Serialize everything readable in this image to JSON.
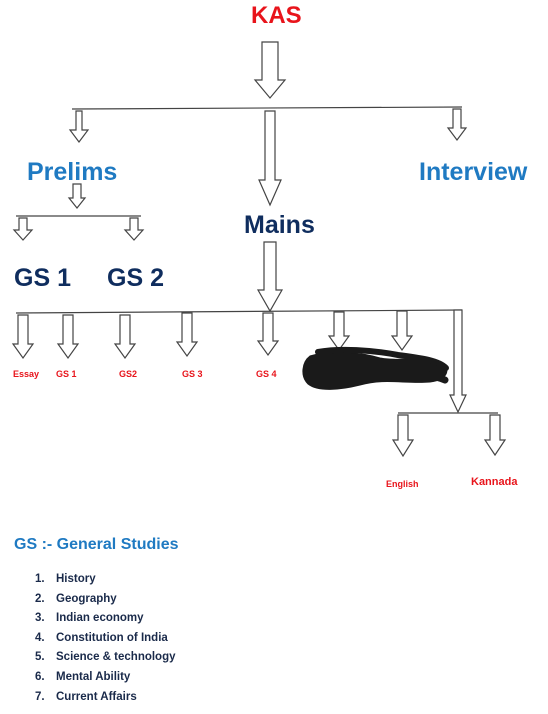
{
  "title": "KAS",
  "branches": {
    "prelims": "Prelims",
    "mains": "Mains",
    "interview": "Interview"
  },
  "prelims_papers": [
    "GS 1",
    "GS 2"
  ],
  "mains_papers": [
    "Essay",
    "GS 1",
    "GS2",
    "GS 3",
    "GS 4"
  ],
  "language_papers": [
    "English",
    "Kannada"
  ],
  "colors": {
    "red": "#e8141b",
    "blue": "#1f7ac2",
    "navy": "#0f2d5e",
    "scribble": "#1a1a1a"
  },
  "legend": {
    "title": "GS :- General Studies",
    "items": [
      {
        "num": "1.",
        "text": "History"
      },
      {
        "num": "2.",
        "text": "Geography"
      },
      {
        "num": "3.",
        "text": "Indian economy"
      },
      {
        "num": "4.",
        "text": "Constitution of India"
      },
      {
        "num": "5.",
        "text": "Science & technology"
      },
      {
        "num": "6.",
        "text": "Mental Ability"
      },
      {
        "num": "7.",
        "text": "Current Affairs"
      }
    ]
  }
}
